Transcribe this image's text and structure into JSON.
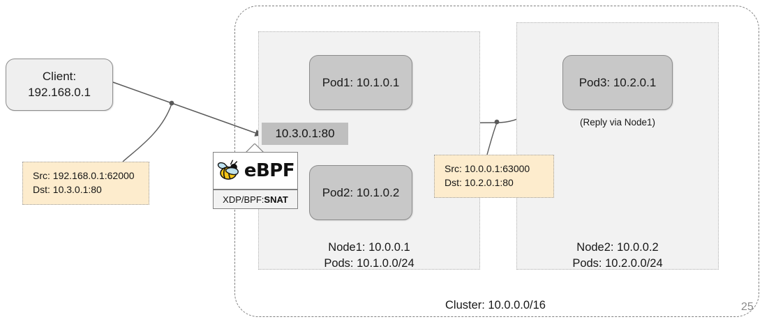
{
  "slide": {
    "page_number": "25"
  },
  "cluster": {
    "label": "Cluster: 10.0.0.0/16"
  },
  "client": {
    "line1": "Client:",
    "line2": "192.168.0.1"
  },
  "service": {
    "vip": "10.3.0.1:80"
  },
  "ebpf": {
    "logo_text": "eBPF",
    "logo_icon": "bee-icon",
    "sub_prefix": "XDP/BPF: ",
    "sub_value": "SNAT"
  },
  "nodes": [
    {
      "id": "node1",
      "caption_line1": "Node1: 10.0.0.1",
      "caption_line2": "Pods: 10.1.0.0/24",
      "pods": [
        {
          "label": "Pod1: 10.1.0.1"
        },
        {
          "label": "Pod2: 10.1.0.2"
        }
      ]
    },
    {
      "id": "node2",
      "caption_line1": "Node2: 10.0.0.2",
      "caption_line2": "Pods: 10.2.0.0/24",
      "pods": [
        {
          "label": "Pod3: 10.2.0.1",
          "note": "(Reply via Node1)"
        }
      ]
    }
  ],
  "annotations": [
    {
      "id": "annot-left",
      "src": "Src: 192.168.0.1:62000",
      "dst": "Dst: 10.3.0.1:80"
    },
    {
      "id": "annot-right",
      "src": "Src: 10.0.0.1:63000",
      "dst": "Dst: 10.2.0.1:80"
    }
  ],
  "colors": {
    "pod_fill": "#c8c8c8",
    "node_fill": "#f2f2f2",
    "client_fill": "#efefef",
    "service_fill": "#bfbfbf",
    "annotation_fill": "#fdeccd",
    "line": "#595959",
    "bee_body": "#f5c518",
    "bee_wing": "#bfe3f2"
  }
}
